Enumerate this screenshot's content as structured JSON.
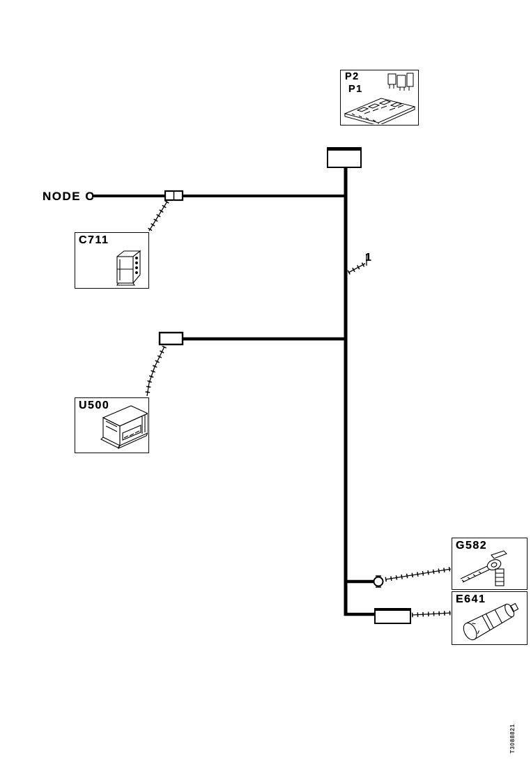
{
  "colors": {
    "ink": "#000000",
    "paper": "#ffffff"
  },
  "labels": {
    "node": "NODE C",
    "wire_number": "1",
    "doc_number": "T3088821"
  },
  "callouts": {
    "p_box": {
      "labels": [
        "P2",
        "P1"
      ],
      "component": "electrical-center-tray"
    },
    "c711": {
      "label": "C711",
      "component": "inline-connector"
    },
    "u500": {
      "label": "U500",
      "component": "control-module"
    },
    "g582": {
      "label": "G582",
      "component": "ground-stud"
    },
    "e641": {
      "label": "E641",
      "component": "cylindrical-device"
    }
  }
}
